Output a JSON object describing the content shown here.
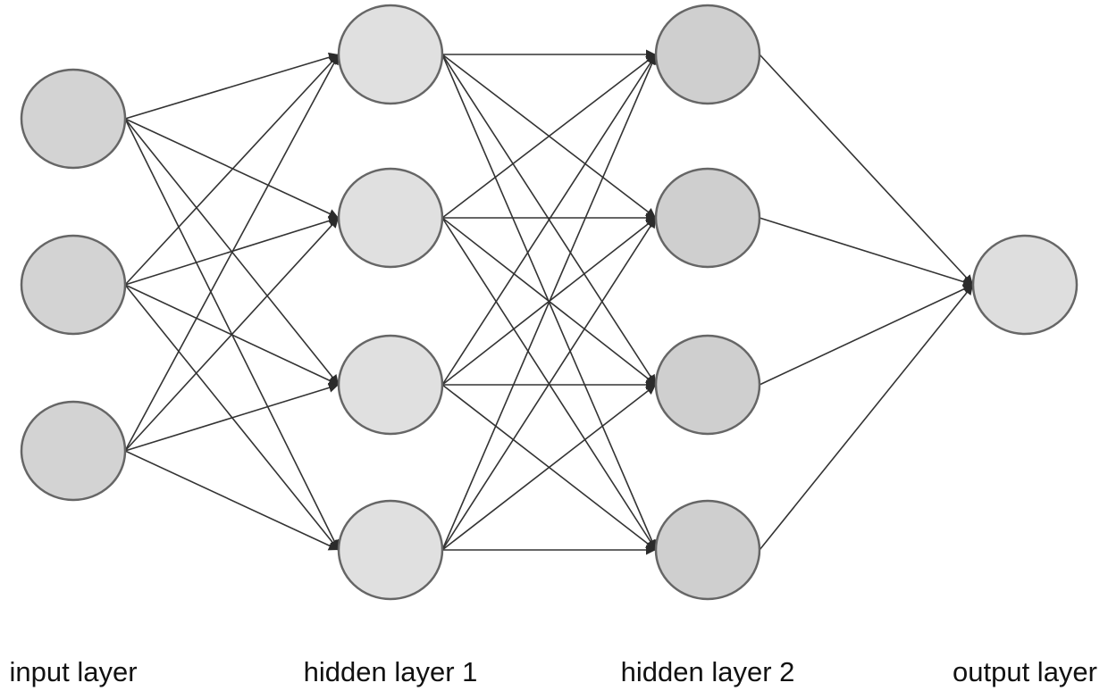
{
  "layers": [
    {
      "label": "input layer",
      "size": 3,
      "fill": "#d3d3d3"
    },
    {
      "label": "hidden layer 1",
      "size": 4,
      "fill": "#e0e0e0"
    },
    {
      "label": "hidden layer 2",
      "size": 4,
      "fill": "#cfcfcf"
    },
    {
      "label": "output layer",
      "size": 1,
      "fill": "#dedede"
    }
  ],
  "connections": "fully-connected",
  "colors": {
    "edge": "#333333",
    "arrowhead": "#2b2b2b",
    "node_stroke": "#666666",
    "label": "#111111"
  }
}
